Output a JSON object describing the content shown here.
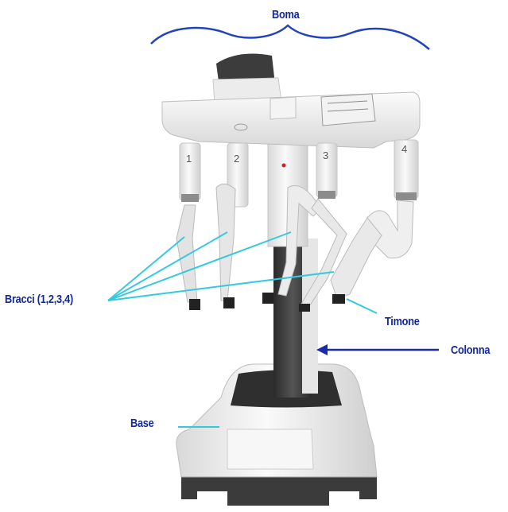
{
  "labels": {
    "boma": "Boma",
    "bracci": "Bracci (1,2,3,4)",
    "timone": "Timone",
    "colonna": "Colonna",
    "base": "Base"
  },
  "arm_numbers": [
    "1",
    "2",
    "3",
    "4"
  ],
  "colors": {
    "label_text": "#14289a",
    "boma_brace": "#2244bb",
    "pointer_lines": "#35c9df",
    "colonna_arrow": "#1a2ca8",
    "robot_body": "#f3f3f3",
    "robot_dark": "#3a3a3a"
  }
}
